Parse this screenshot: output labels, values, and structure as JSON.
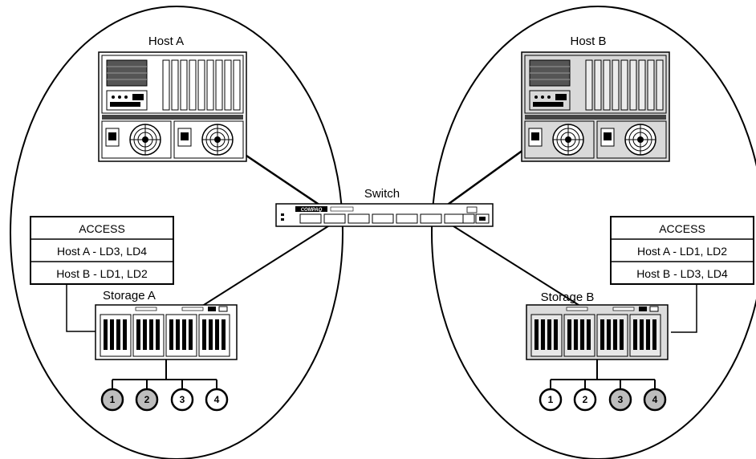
{
  "hosts": {
    "a": {
      "label": "Host A"
    },
    "b": {
      "label": "Host B"
    }
  },
  "switch": {
    "label": "Switch",
    "brand": "COMPAQ"
  },
  "storage": {
    "a": {
      "label": "Storage A",
      "access": {
        "title": "ACCESS",
        "rows": [
          "Host A - LD3, LD4",
          "Host B - LD1, LD2"
        ]
      },
      "disks": [
        {
          "label": "1",
          "shaded": true
        },
        {
          "label": "2",
          "shaded": true
        },
        {
          "label": "3",
          "shaded": false
        },
        {
          "label": "4",
          "shaded": false
        }
      ]
    },
    "b": {
      "label": "Storage B",
      "access": {
        "title": "ACCESS",
        "rows": [
          "Host A - LD1, LD2",
          "Host B - LD3, LD4"
        ]
      },
      "disks": [
        {
          "label": "1",
          "shaded": false
        },
        {
          "label": "2",
          "shaded": false
        },
        {
          "label": "3",
          "shaded": true
        },
        {
          "label": "4",
          "shaded": true
        }
      ]
    }
  },
  "colors": {
    "line": "#000000",
    "shaded_disk": "#bdbdbd",
    "host_b_fill": "#d9d9d9",
    "storage_b_fill": "#dcdcdc"
  }
}
